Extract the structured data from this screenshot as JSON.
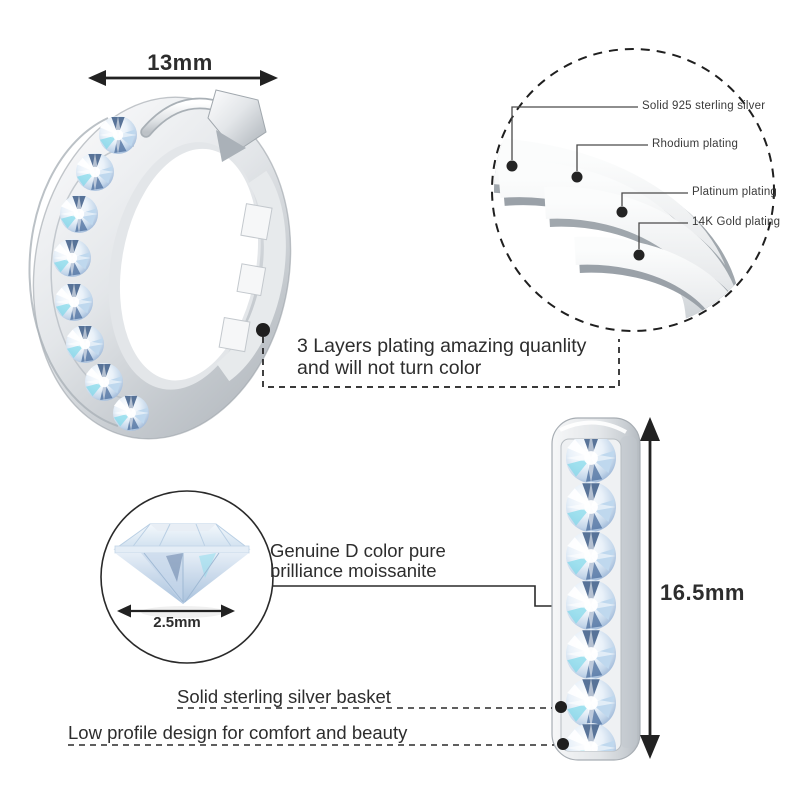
{
  "measurements": {
    "hoop_width": "13mm",
    "hoop_height": "16.5mm",
    "stone_size": "2.5mm"
  },
  "plating_diagram": {
    "layers": [
      "Solid 925 sterling silver",
      "Rhodium plating",
      "Platinum plating",
      "14K Gold plating"
    ]
  },
  "notes": {
    "plating_line1": "3 Layers plating amazing quanlity",
    "plating_line2": "and will not turn color",
    "stone_line1": "Genuine D color pure",
    "stone_line2": "brilliance moissanite",
    "basket": "Solid sterling silver basket",
    "profile": "Low profile design for comfort and beauty"
  },
  "colors": {
    "text": "#2d2d2d",
    "line_dark": "#1f1f1f",
    "leader_gray": "#4a4a4a",
    "metal_light": "#f7f8f9",
    "metal_mid": "#d5d9dc",
    "metal_dark": "#a9b0b6",
    "stone_blue": "#9db8d8",
    "stone_navy": "#32527f",
    "stone_cyan": "#7fd8ea",
    "background": "#ffffff"
  }
}
